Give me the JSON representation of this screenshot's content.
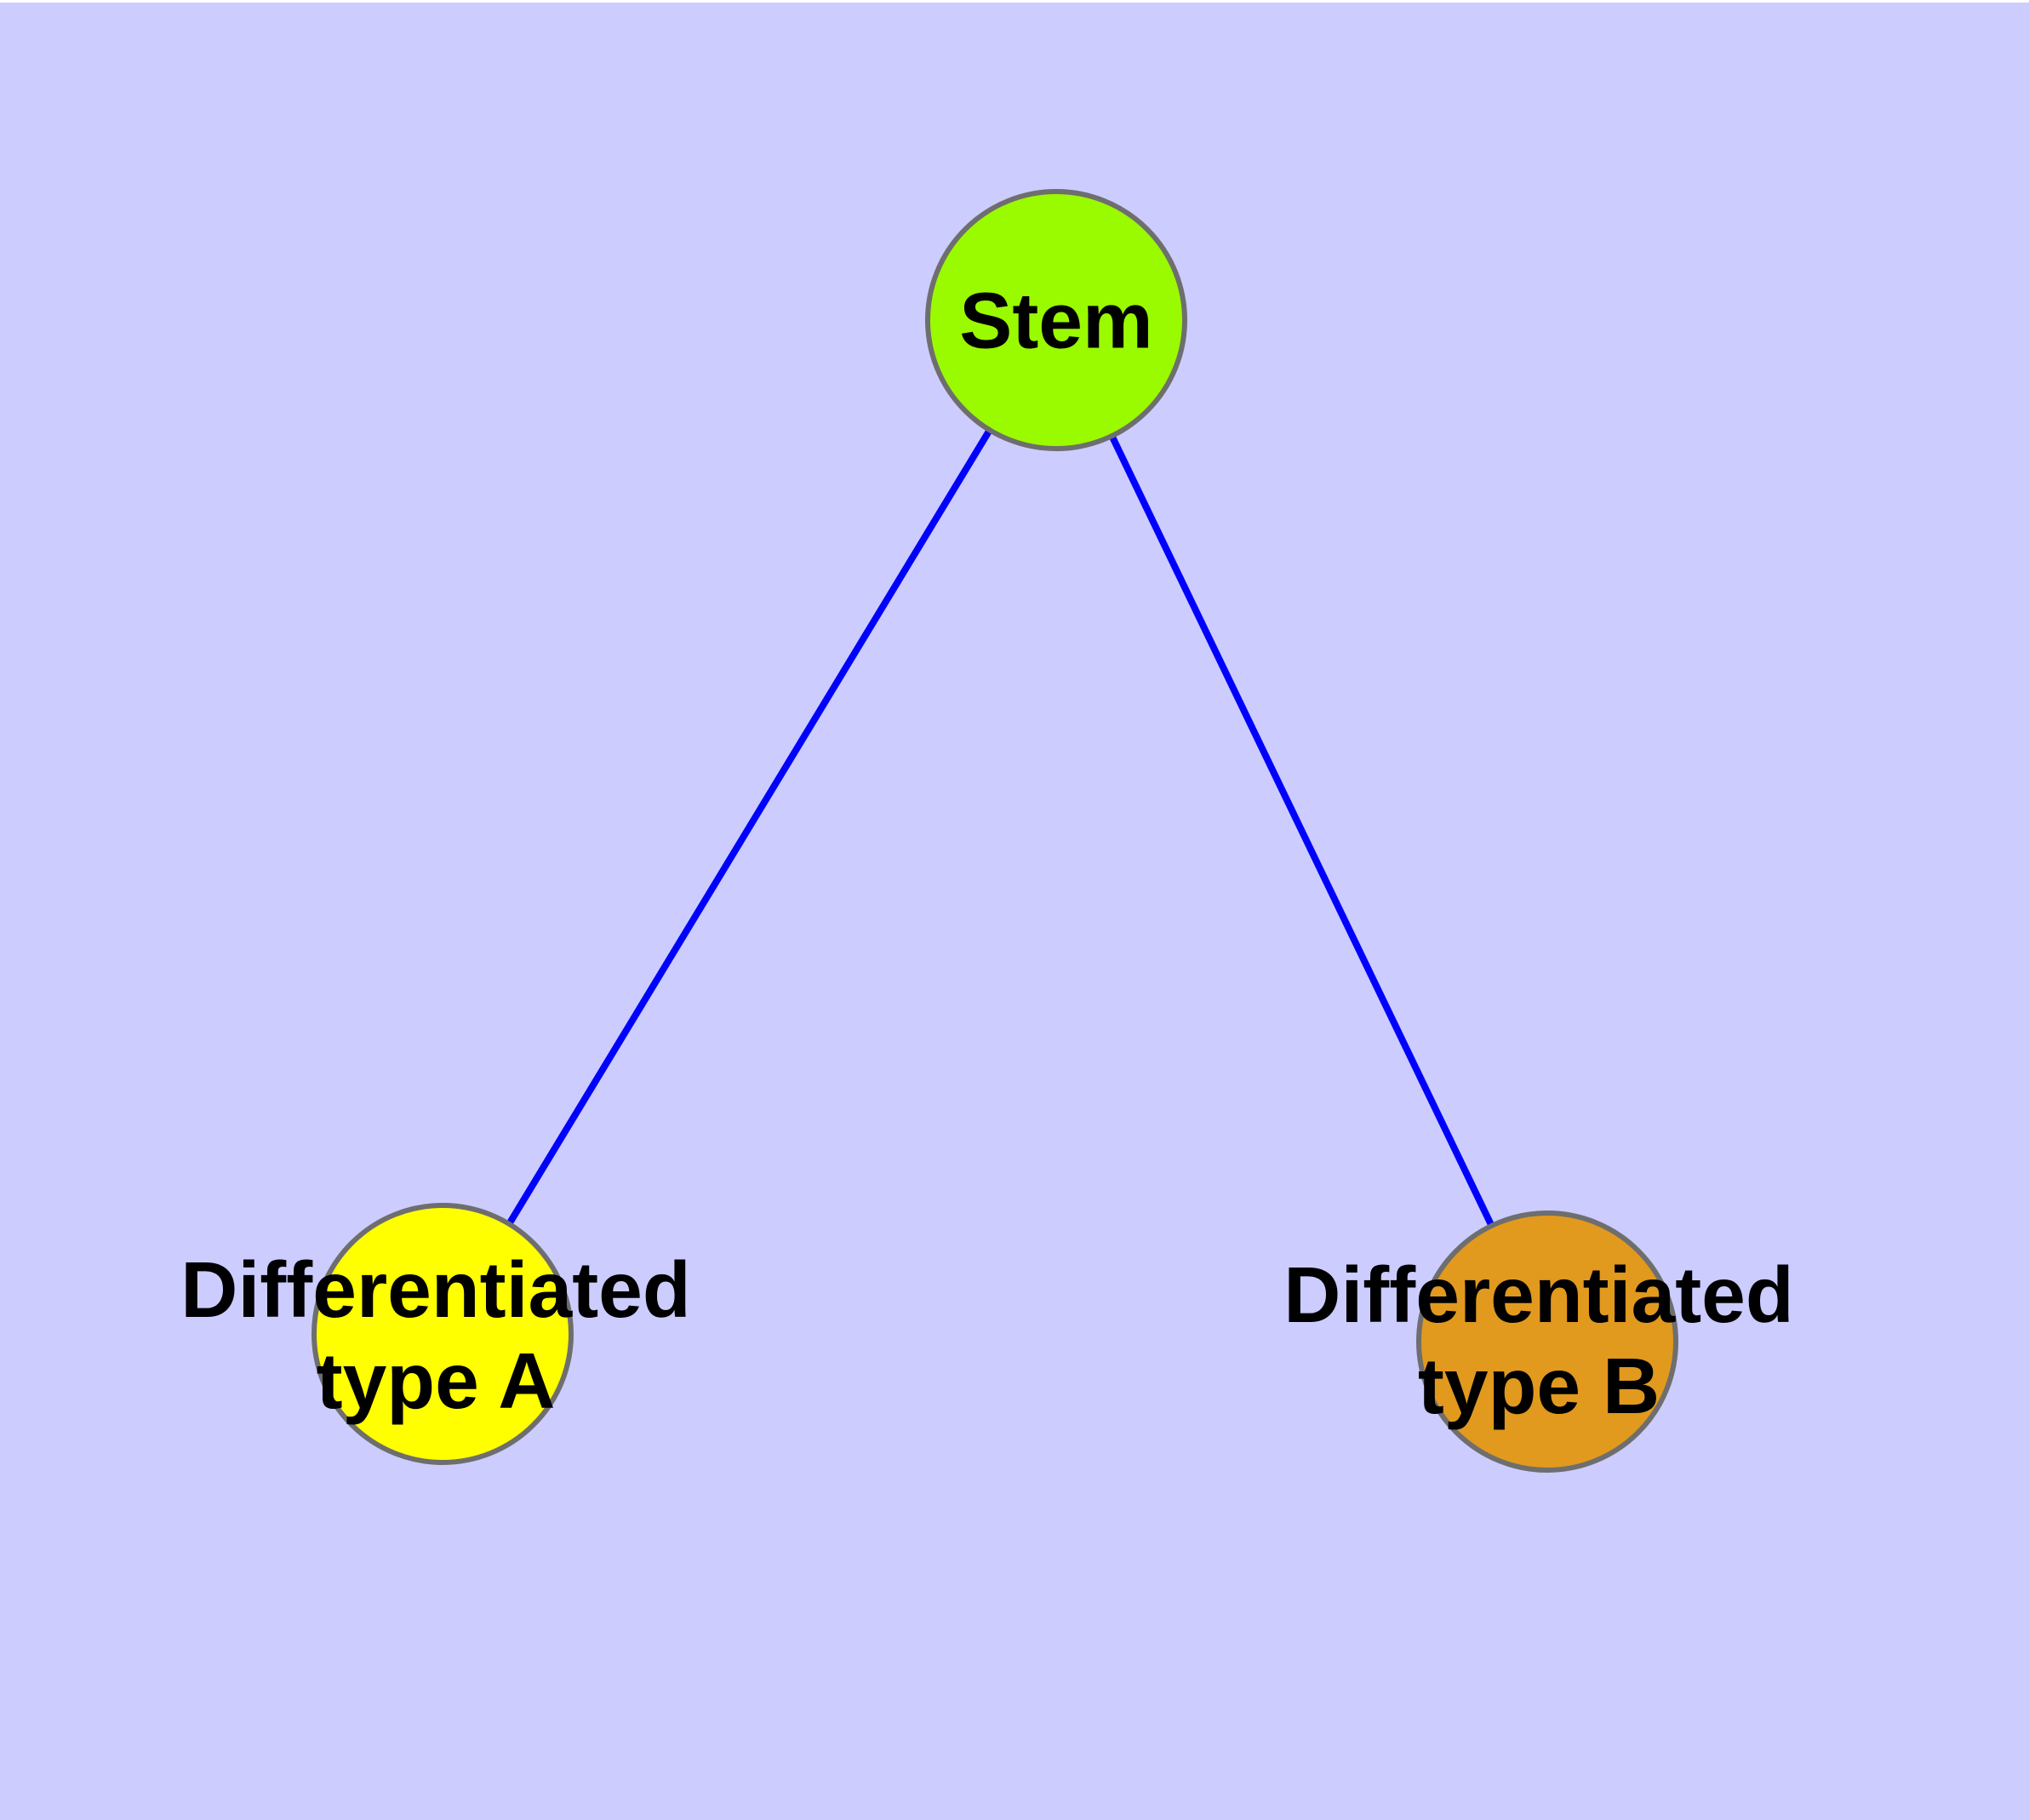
{
  "canvas": {
    "background_color": "#CCCCFF"
  },
  "nodes": {
    "stem": {
      "label": "Stem",
      "fill": "#9AFA00"
    },
    "type_a": {
      "label": "Differentiated\ntype A",
      "fill": "#FFFF00"
    },
    "type_b": {
      "label": "Differentiated\ntype B",
      "fill": "#E1991E"
    }
  },
  "edges": {
    "color": "#0000FF",
    "width": 8,
    "list": [
      {
        "from": "Stem",
        "to": "Differentiated type A"
      },
      {
        "from": "Stem",
        "to": "Differentiated type B"
      }
    ]
  },
  "style": {
    "node_border_color": "#6E6E6E",
    "node_border_width": 6,
    "label_color": "#000000"
  }
}
